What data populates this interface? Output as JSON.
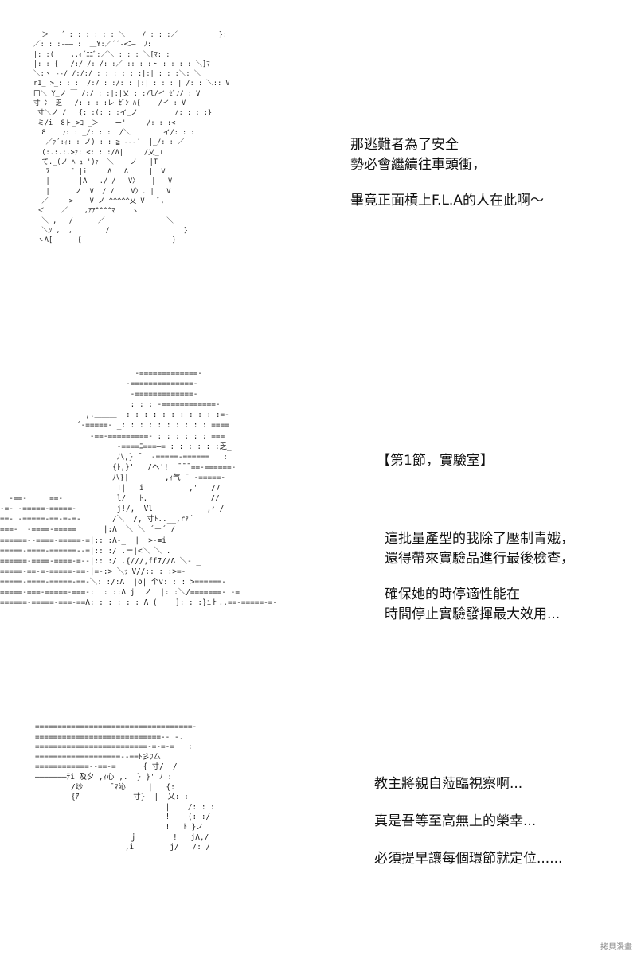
{
  "panel1": {
    "art": "  ＞   ´ : : : : : : ＼    / : : :／          }:\n／: : :‐―― :  ＿Y:／´´‐<ﾆ―  ﾉ:\n|: :(    ,.ｨ´ﾆﾆﾞ:／＼ : : : ＼[ﾏ: :\n|: : {   /:/ /: /: :／ :: : :ト : : : : ＼]ﾏ\n＼:ヽ ‐‐/ /:/:/ : : : : : :|:| : : :＼: ＼\nr1_ >_: : :  /:/ : :/: : |:| : : : | /: : ＼:: V\n冂＼ Y_ノ ￣ /:/ : :|:|乂 : :/l/イ ｾﾞﾉ/ : V\n寸 冫 乏   /: : : :レ ｾﾞﾝ ﾊ{ ￣￣/イ : V\n 寸＼ノ /   {: :(: : :イ_ノ         /: : : :}\n ミ/i  8ト_>ｺ _＞    ー'     /: : :<\n  8    ｧ: : _/: : :  /＼        イ/: : :\n   ／ｧ´:ｨ: : ノ) : : ≧ ‐‐‐´  |_/: : ／\n  (:.:.:.>ｧ: <: : :/Λ|     /乂_ﾕ\n  て._(ノ ﾍ ｭ ')ｧ  ＼    ノ   |T\n   7     ¯ |i     Λ   Λ     |  V\n   |       |Λ   ./ /   V〉   |   V\n   |      ノ  V  / /    V〉. |   V\n  ／     >    V ノ ^^^^^乂 V   ﾞ,\n ＜    ／    ,ｱｱ^^^^ﾏ    ヽ\n  ＼ ,   /      ／               ＼\n  ＼ｿ ,  ,        /                  }\n ヽΛ[      {                      }",
    "lines": [
      "那逃難者為了安全",
      "勢必會繼續往車頭衝，",
      "畢竟正面槓上F.L.A的人在此啊～"
    ]
  },
  "panel2": {
    "art": "                              -=============-\n                            -==============-\n                             -=============-\n                             : : : -============-\n                   ,.＿＿＿  : : : : : : : : : : :=-\n                 ´-=====- _: : : : : : : : : : ====\n                    -==-=========- : : : : : : ===\n                          -====ﾆ===―= : : : : : :乏_ \n                          八,} ¯  -=====-======   :\n                         {ﾄ,}'   /ヘ'!  ¯¯¯==-======-\n                         八}|        ,ｨ气 ¯ -=====-\n                          T|   i          ,'   /7\n  -==-     ==-            l/   ﾄ.              //\n-=- -=====-=====-         j!/,  Vl_           ,ｨ /\n==- -=====-==-=-=-       /＼  /, 寸ﾄ..__,rｧ´\n===-  -====-=====      |:Λ  ＼ ＼ ´ー´ /\n======--====-=====-=|:: :Λ-_  |  >-≡i\n=====-====-======--=|:: :/ .ー|<＼ ＼ .\n======-====-====-=--|:: :/ .{///,ff7//Λ ＼- _\n=====-==-=-=====-==-|=-:> ＼ｯｰV//:: : :>=-\n=====-====-=====-==-＼: :/:Λ  |o| 个v: : : >======-\n=====-===-=====-===-:  : ::Λ j  ノ  |: :＼/=======- -=\n======-=====-===-==Λ: : : : : : Λ (    ]: : :}iト..==-=====-=-",
    "tag": "【第1節，實驗室】",
    "lines": [
      "這批量產型的我除了壓制青娥，",
      "還得帶來實驗品進行最後檢查，",
      "確保她的時停適性能在",
      "時間停止實驗發揮最大效用..."
    ]
  },
  "panel3": {
    "art": "===================================-\n============================-- -.\n=========================-=-=-=   :\n===================--==ﾄ彡ﾌ厶\n============--==-=      { 寸/  /\n―――――――ﾃi 及夕 ,ｨ心 ,.  } }' ﾉ :\n        /炒      ¯ﾏ沁     |   {:\n        {ｱ            寸}  |  乂: :\n                             |    /: : :\n                             !    (: :/\n                             !   ﾄ }ノ\n                     ｊ        !   jΛ,/\n                    ,i        j/   /: /",
    "lines": [
      "教主將親自蒞臨視察啊...",
      "真是吾等至高無上的榮幸...",
      "必須提早讓每個環節就定位......"
    ]
  },
  "watermark": "拷貝漫畫"
}
